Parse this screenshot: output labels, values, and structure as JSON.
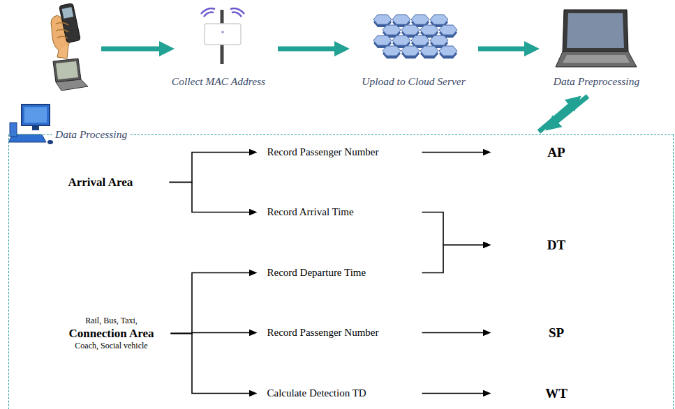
{
  "diagram": {
    "nodes": [
      {
        "text": [
          "Collect MAC Address"
        ]
      },
      {
        "text": [
          "Upload to Cloud Server"
        ]
      },
      {
        "text": [
          "Data Preprocessing"
        ]
      },
      {
        "text": [
          "Data Processing"
        ]
      },
      {
        "text": [
          "Arrival Area"
        ],
        "in": 3
      },
      {
        "text": [
          "Record Passenger Number"
        ],
        "in": 3
      },
      {
        "text": [
          "Record Arrival Time"
        ],
        "in": 3
      },
      {
        "text": [
          "Record Departure Time"
        ],
        "in": 3
      },
      {
        "text": [
          "Rail, Bus, Taxi,",
          "Connection Area",
          "Coach, Social vehicle"
        ],
        "in": 3
      },
      {
        "text": [
          "Record Passenger Number"
        ],
        "in": 3
      },
      {
        "text": [
          "Calculate Detection TD"
        ],
        "in": 3
      },
      {
        "text": [
          "AP"
        ],
        "in": 3
      },
      {
        "text": [
          "DT"
        ],
        "in": 3
      },
      {
        "text": [
          "SP"
        ],
        "in": 3
      },
      {
        "text": [
          "WT"
        ],
        "in": 3
      }
    ],
    "edges": [
      {
        "from": 0,
        "to": 1,
        "arrow": "to"
      },
      {
        "from": 1,
        "to": 2,
        "arrow": "to"
      },
      {
        "from": 2,
        "to": 3,
        "arrow": "to"
      },
      {
        "from": 3,
        "to": 2,
        "arrow": "to"
      },
      {
        "from": 4,
        "to": 5,
        "arrow": "to"
      },
      {
        "from": 4,
        "to": 6,
        "arrow": "to"
      },
      {
        "from": 5,
        "to": 11,
        "arrow": "to"
      },
      {
        "from": 6,
        "to": 12,
        "arrow": "to"
      },
      {
        "from": 7,
        "to": 12,
        "arrow": "to"
      },
      {
        "from": 8,
        "to": 7,
        "arrow": "to"
      },
      {
        "from": 8,
        "to": 9,
        "arrow": "to"
      },
      {
        "from": 8,
        "to": 10,
        "arrow": "to"
      },
      {
        "from": 9,
        "to": 13,
        "arrow": "to"
      },
      {
        "from": 10,
        "to": 14,
        "arrow": "to"
      }
    ]
  }
}
